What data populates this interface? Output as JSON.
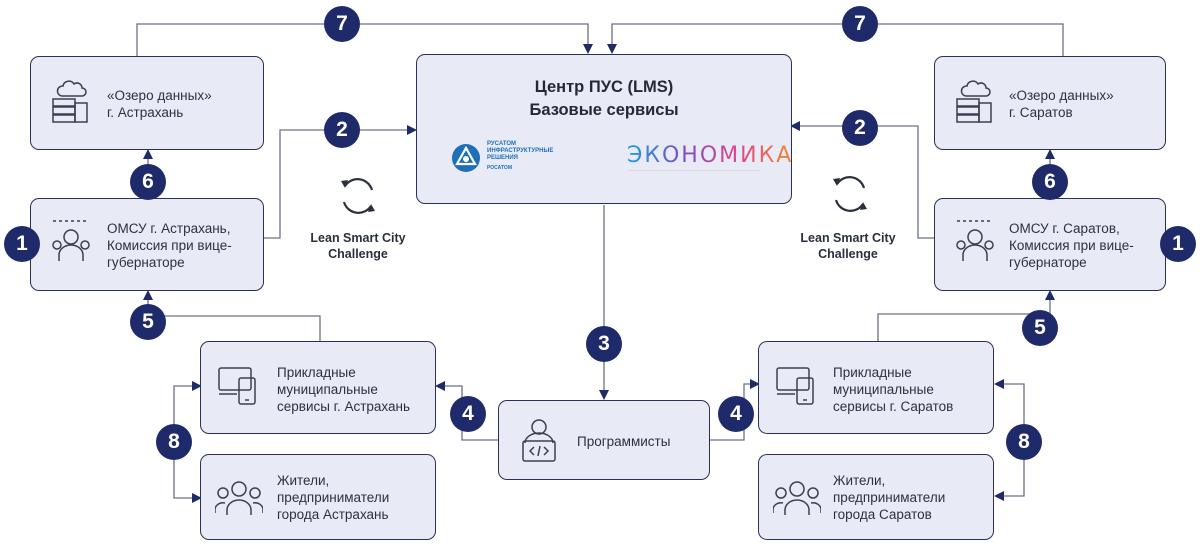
{
  "center": {
    "title_line1": "Центр ПУС (LMS)",
    "title_line2": "Базовые сервисы",
    "logo_left": {
      "l1": "РУСАТОМ",
      "l2": "ИНФРАСТРУКТУРНЫЕ",
      "l3": "РЕШЕНИЯ",
      "l4": "РОСАТОМ"
    },
    "logo_right": "ЭКОНОМИКА"
  },
  "left": {
    "lake": {
      "l1": "«Озеро данных»",
      "l2": "г. Астрахань"
    },
    "omsu": {
      "l1": "ОМСУ г. Астрахань,",
      "l2": "Комиссия при вице-",
      "l3": "губернаторе"
    },
    "services": {
      "l1": "Прикладные",
      "l2": "муниципальные",
      "l3": "сервисы г. Астрахань"
    },
    "residents": {
      "l1": "Жители,",
      "l2": "предприниматели",
      "l3": "города Астрахань"
    }
  },
  "right": {
    "lake": {
      "l1": "«Озеро данных»",
      "l2": "г. Саратов"
    },
    "omsu": {
      "l1": "ОМСУ г. Саратов,",
      "l2": "Комиссия при вице-",
      "l3": "губернаторе"
    },
    "services": {
      "l1": "Прикладные",
      "l2": "муниципальные",
      "l3": "сервисы г. Саратов"
    },
    "residents": {
      "l1": "Жители,",
      "l2": "предприниматели",
      "l3": "города Саратов"
    }
  },
  "programmers": "Программисты",
  "lean": {
    "l1": "Lean Smart City",
    "l2": "Challenge"
  },
  "steps": {
    "s1": "1",
    "s2": "2",
    "s3": "3",
    "s4": "4",
    "s5": "5",
    "s6": "6",
    "s7": "7",
    "s8": "8"
  },
  "colors": {
    "badge": "#1f2a6b",
    "box_fill": "#e8ebf6",
    "line": "#6b7089",
    "border": "#2b3154"
  }
}
